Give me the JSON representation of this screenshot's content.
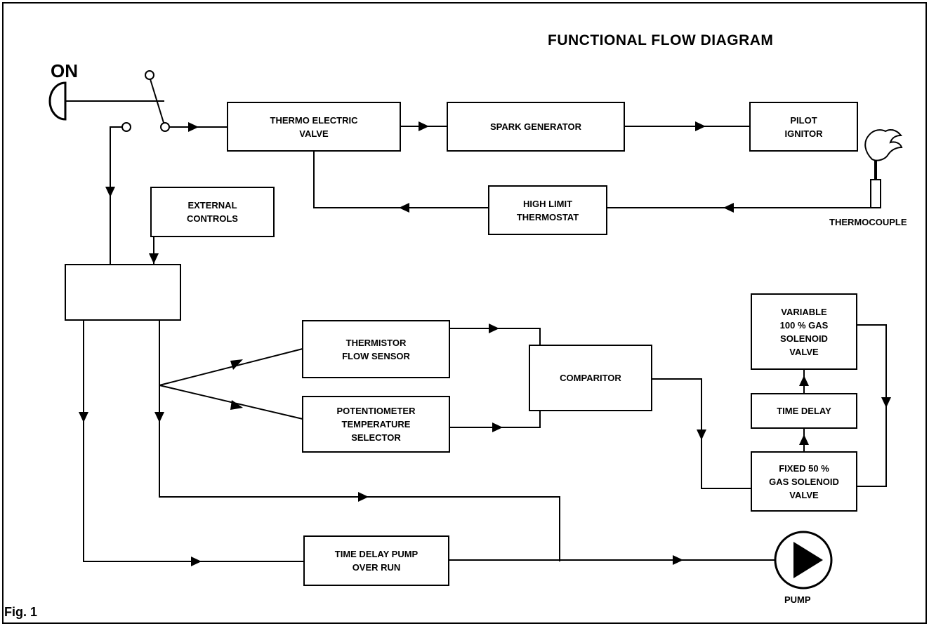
{
  "title": "FUNCTIONAL FLOW DIAGRAM",
  "figure_label": "Fig. 1",
  "switch": {
    "label": "ON"
  },
  "blocks": {
    "thermo_electric_valve": "THERMO ELECTRIC\nVALVE",
    "spark_generator": "SPARK GENERATOR",
    "pilot_ignitor": "PILOT\nIGNITOR",
    "high_limit_thermostat": "HIGH LIMIT\nTHERMOSTAT",
    "external_controls": "EXTERNAL\nCONTROLS",
    "control_unit": "",
    "thermistor_flow_sensor": "THERMISTOR\nFLOW SENSOR",
    "potentiometer_temperature_selector": "POTENTIOMETER\nTEMPERATURE\nSELECTOR",
    "comparitor": "COMPARITOR",
    "variable_gas_solenoid_valve": "VARIABLE\n100 % GAS\nSOLENOID\nVALVE",
    "time_delay": "TIME DELAY",
    "fixed_gas_solenoid_valve": "FIXED 50 %\nGAS SOLENOID\nVALVE",
    "time_delay_pump_over_run": "TIME DELAY PUMP\nOVER RUN"
  },
  "labels": {
    "thermocouple": "THERMOCOUPLE",
    "pump": "PUMP"
  }
}
